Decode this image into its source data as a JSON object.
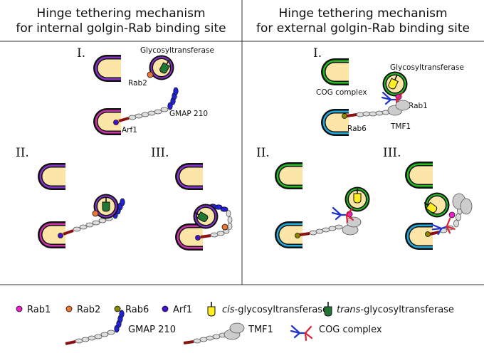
{
  "titles": {
    "left_line1": "Hinge tethering mechanism",
    "left_line2": "for internal golgin-Rab binding site",
    "right_line1": "Hinge tethering mechanism",
    "right_line2": "for external golgin-Rab binding site"
  },
  "steps": {
    "one": "I.",
    "two": "II.",
    "three": "III."
  },
  "labels": {
    "glycosyltransferase": "Glycosyltransferase",
    "rab2": "Rab2",
    "arf1": "Arf1",
    "gmap210": "GMAP 210",
    "cog_complex": "COG complex",
    "rab1": "Rab1",
    "rab6": "Rab6",
    "tmf1": "TMF1"
  },
  "legend": {
    "rab1": "Rab1",
    "rab2": "Rab2",
    "rab6": "Rab6",
    "arf1": "Arf1",
    "cis_italic": "cis",
    "cis_rest": "-glycosyltransferase",
    "trans_italic": "trans",
    "trans_rest": "-glycosyltransferase",
    "gmap210": "GMAP 210",
    "tmf1": "TMF1",
    "cog": "COG complex"
  },
  "colors": {
    "rab1": "#ee22cc",
    "rab2": "#ee7733",
    "rab6": "#888800",
    "arf1": "#4411cc",
    "cis_golgi_membrane": "#22bb22",
    "medial_golgi_membrane": "#8833cc",
    "trans_golgi_membrane": "#22aadd",
    "arf1_golgi_membrane": "#cc33aa",
    "lumen": "#fbe6a8",
    "cis_glycosyltransferase": "#ffee22",
    "trans_glycosyltransferase": "#227733",
    "gmap_head": "#2222dd",
    "tmf1_head": "#cccccc",
    "cog_blue": "#2233cc",
    "cog_red": "#dd2233"
  }
}
